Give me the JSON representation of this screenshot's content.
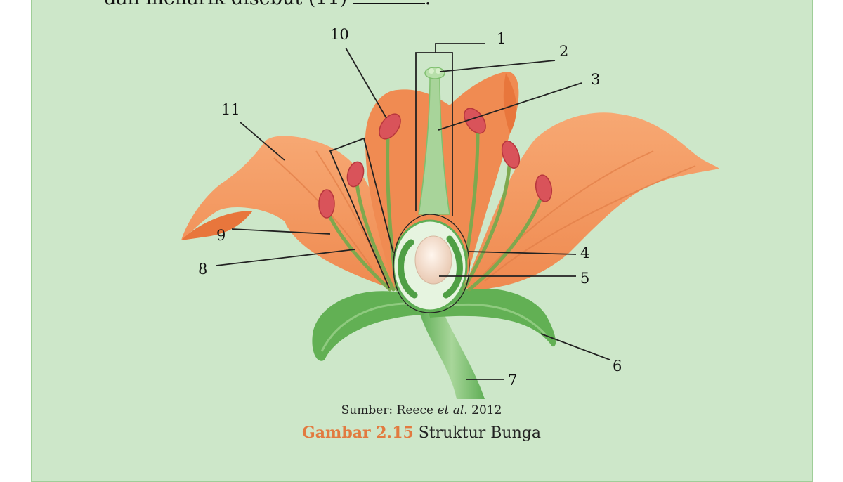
{
  "header": {
    "text": "dan menarik disebut (11)",
    "blank_suffix": "."
  },
  "labels": [
    "1",
    "2",
    "3",
    "4",
    "5",
    "6",
    "7",
    "8",
    "9",
    "10",
    "11"
  ],
  "source": {
    "prefix": "Sumber: Reece ",
    "italic": "et al.",
    "year": " 2012"
  },
  "caption": {
    "figure": "Gambar 2.15",
    "title": " Struktur Bunga"
  },
  "colors": {
    "panel": "#cde7c9",
    "petal": "#f49a63",
    "anther": "#d9535a",
    "filament": "#7ea84e",
    "sepal": "#6ab45a",
    "figure_accent": "#e27a3f"
  }
}
